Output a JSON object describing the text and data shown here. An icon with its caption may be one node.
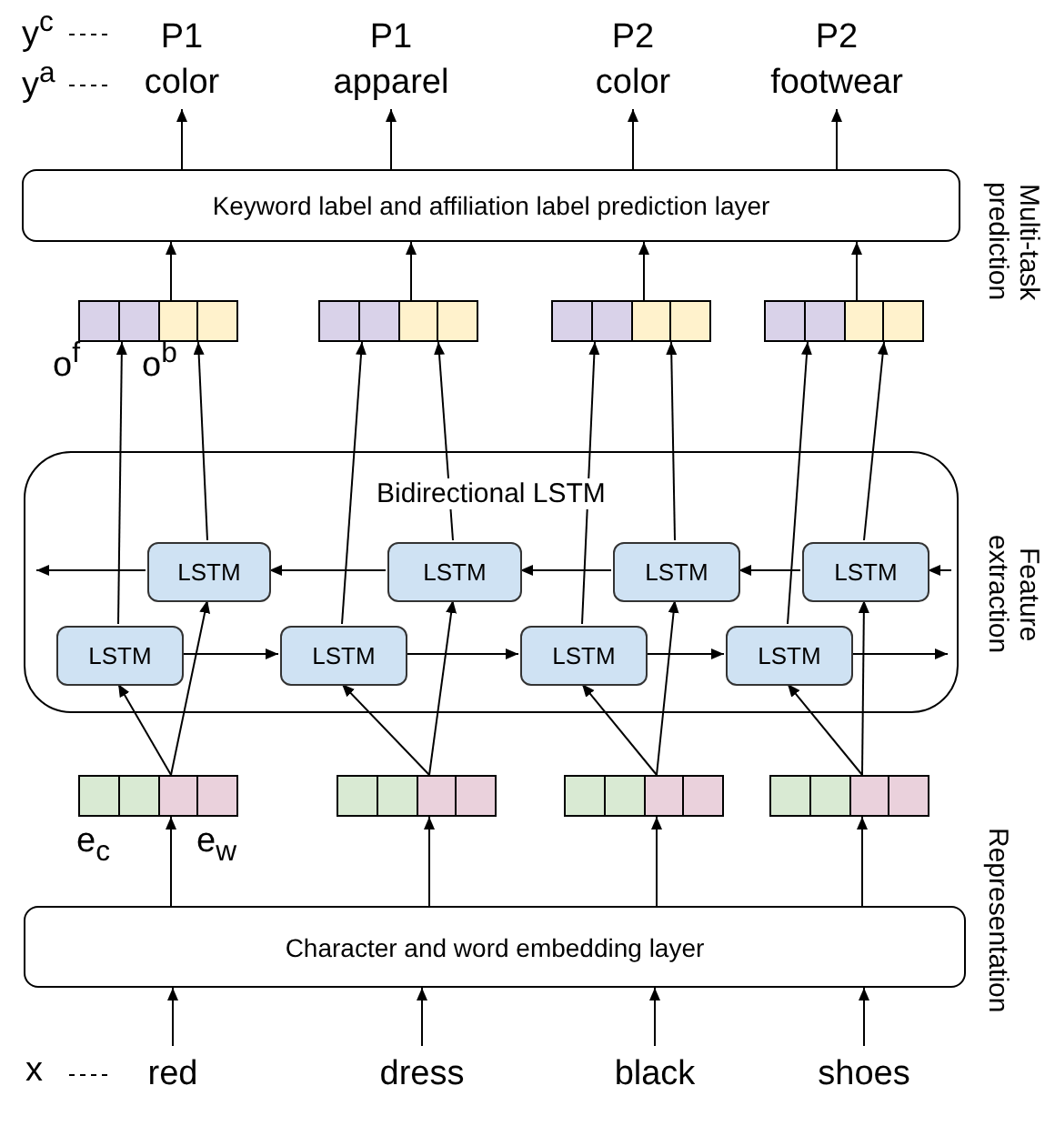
{
  "diagram": {
    "nodes": [
      {
        "text": [
          "P1",
          "color"
        ]
      },
      {
        "text": [
          "P1",
          "apparel"
        ]
      },
      {
        "text": [
          "P2",
          "color"
        ]
      },
      {
        "text": [
          "P2",
          "footwear"
        ]
      },
      {
        "text": [
          "Keyword label and affiliation label prediction layer"
        ]
      },
      {
        "text": [],
        "shape": "bar"
      },
      {
        "text": [],
        "shape": "bar"
      },
      {
        "text": [],
        "shape": "bar"
      },
      {
        "text": [],
        "shape": "bar"
      },
      {
        "text": [
          "Bidirectional LSTM"
        ]
      },
      {
        "text": [
          "LSTM"
        ],
        "in": 9
      },
      {
        "text": [
          "LSTM"
        ],
        "in": 9
      },
      {
        "text": [
          "LSTM"
        ],
        "in": 9
      },
      {
        "text": [
          "LSTM"
        ],
        "in": 9
      },
      {
        "text": [
          "LSTM"
        ],
        "in": 9
      },
      {
        "text": [
          "LSTM"
        ],
        "in": 9
      },
      {
        "text": [
          "LSTM"
        ],
        "in": 9
      },
      {
        "text": [
          "LSTM"
        ],
        "in": 9
      },
      {
        "text": [],
        "shape": "bar"
      },
      {
        "text": [],
        "shape": "bar"
      },
      {
        "text": [],
        "shape": "bar"
      },
      {
        "text": [],
        "shape": "bar"
      },
      {
        "text": [
          "Character and word embedding layer"
        ]
      },
      {
        "text": [
          "red"
        ]
      },
      {
        "text": [
          "dress"
        ]
      },
      {
        "text": [
          "black"
        ]
      },
      {
        "text": [
          "shoes"
        ]
      }
    ],
    "edges": [
      {
        "from": 23,
        "to": 22,
        "arrow": "to"
      },
      {
        "from": 24,
        "to": 22,
        "arrow": "to"
      },
      {
        "from": 25,
        "to": 22,
        "arrow": "to"
      },
      {
        "from": 26,
        "to": 22,
        "arrow": "to"
      },
      {
        "from": 22,
        "to": 18,
        "arrow": "to"
      },
      {
        "from": 22,
        "to": 19,
        "arrow": "to"
      },
      {
        "from": 22,
        "to": 20,
        "arrow": "to"
      },
      {
        "from": 22,
        "to": 21,
        "arrow": "to"
      },
      {
        "from": 18,
        "to": 14,
        "arrow": "to"
      },
      {
        "from": 18,
        "to": 10,
        "arrow": "to"
      },
      {
        "from": 19,
        "to": 15,
        "arrow": "to"
      },
      {
        "from": 19,
        "to": 11,
        "arrow": "to"
      },
      {
        "from": 20,
        "to": 16,
        "arrow": "to"
      },
      {
        "from": 20,
        "to": 12,
        "arrow": "to"
      },
      {
        "from": 21,
        "to": 17,
        "arrow": "to"
      },
      {
        "from": 21,
        "to": 13,
        "arrow": "to"
      },
      {
        "from": 14,
        "to": 15,
        "arrow": "to"
      },
      {
        "from": 15,
        "to": 16,
        "arrow": "to"
      },
      {
        "from": 16,
        "to": 17,
        "arrow": "to"
      },
      {
        "from": 17,
        "to": null,
        "arrow": "to"
      },
      {
        "from": null,
        "to": 13,
        "arrow": "to"
      },
      {
        "from": 13,
        "to": 12,
        "arrow": "to"
      },
      {
        "from": 12,
        "to": 11,
        "arrow": "to"
      },
      {
        "from": 11,
        "to": 10,
        "arrow": "to"
      },
      {
        "from": 10,
        "to": null,
        "arrow": "to"
      },
      {
        "from": 14,
        "to": 5,
        "arrow": "to"
      },
      {
        "from": 10,
        "to": 5,
        "arrow": "to"
      },
      {
        "from": 15,
        "to": 6,
        "arrow": "to"
      },
      {
        "from": 11,
        "to": 6,
        "arrow": "to"
      },
      {
        "from": 16,
        "to": 7,
        "arrow": "to"
      },
      {
        "from": 12,
        "to": 7,
        "arrow": "to"
      },
      {
        "from": 17,
        "to": 8,
        "arrow": "to"
      },
      {
        "from": 13,
        "to": 8,
        "arrow": "to"
      },
      {
        "from": 5,
        "to": 4,
        "arrow": "to"
      },
      {
        "from": 6,
        "to": 4,
        "arrow": "to"
      },
      {
        "from": 7,
        "to": 4,
        "arrow": "to"
      },
      {
        "from": 8,
        "to": 4,
        "arrow": "to"
      },
      {
        "from": 4,
        "to": 0,
        "arrow": "to"
      },
      {
        "from": 4,
        "to": 1,
        "arrow": "to"
      },
      {
        "from": 4,
        "to": 2,
        "arrow": "to"
      },
      {
        "from": 4,
        "to": 3,
        "arrow": "to"
      }
    ],
    "labels": [
      "y$^{c}$",
      "y$^{a}$",
      "Multi-task prediction",
      "o$^{f}$",
      "o$^{b}$",
      "Feature extraction",
      "e$_{c}$",
      "e$_{w}$",
      "Representation",
      "x"
    ]
  }
}
